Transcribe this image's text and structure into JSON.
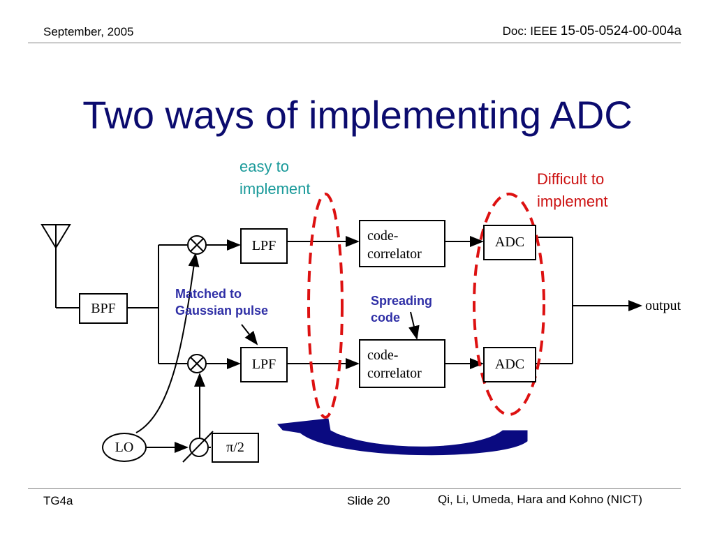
{
  "header": {
    "date": "September, 2005",
    "doc_prefix": "Doc: IEEE ",
    "doc_number": "15-05-0524-00-004a"
  },
  "title": "Two ways of implementing ADC",
  "annotations": {
    "easy_line1": "easy to",
    "easy_line2": "implement",
    "difficult_line1": "Difficult to",
    "difficult_line2": "implement",
    "matched_line1": "Matched to",
    "matched_line2": "Gaussian pulse",
    "spreading_line1": "Spreading",
    "spreading_line2": "code"
  },
  "blocks": {
    "bpf": "BPF",
    "lpf_top": "LPF",
    "lpf_bottom": "LPF",
    "corr_top_line1": "code-",
    "corr_top_line2": "correlator",
    "corr_bottom_line1": "code-",
    "corr_bottom_line2": "correlator",
    "adc_top": "ADC",
    "adc_bottom": "ADC",
    "lo": "LO",
    "phase": "π/2",
    "output": "output"
  },
  "colors": {
    "title": "#0b0b6e",
    "easy": "#1a9a9a",
    "difficult": "#cc1111",
    "blue_notes": "#2f2fa6",
    "ellipse": "#dd1111",
    "arrow": "#0a0a80"
  },
  "footer": {
    "group": "TG4a",
    "slide": "Slide 20",
    "authors": "Qi, Li, Umeda, Hara and Kohno (NICT)"
  }
}
